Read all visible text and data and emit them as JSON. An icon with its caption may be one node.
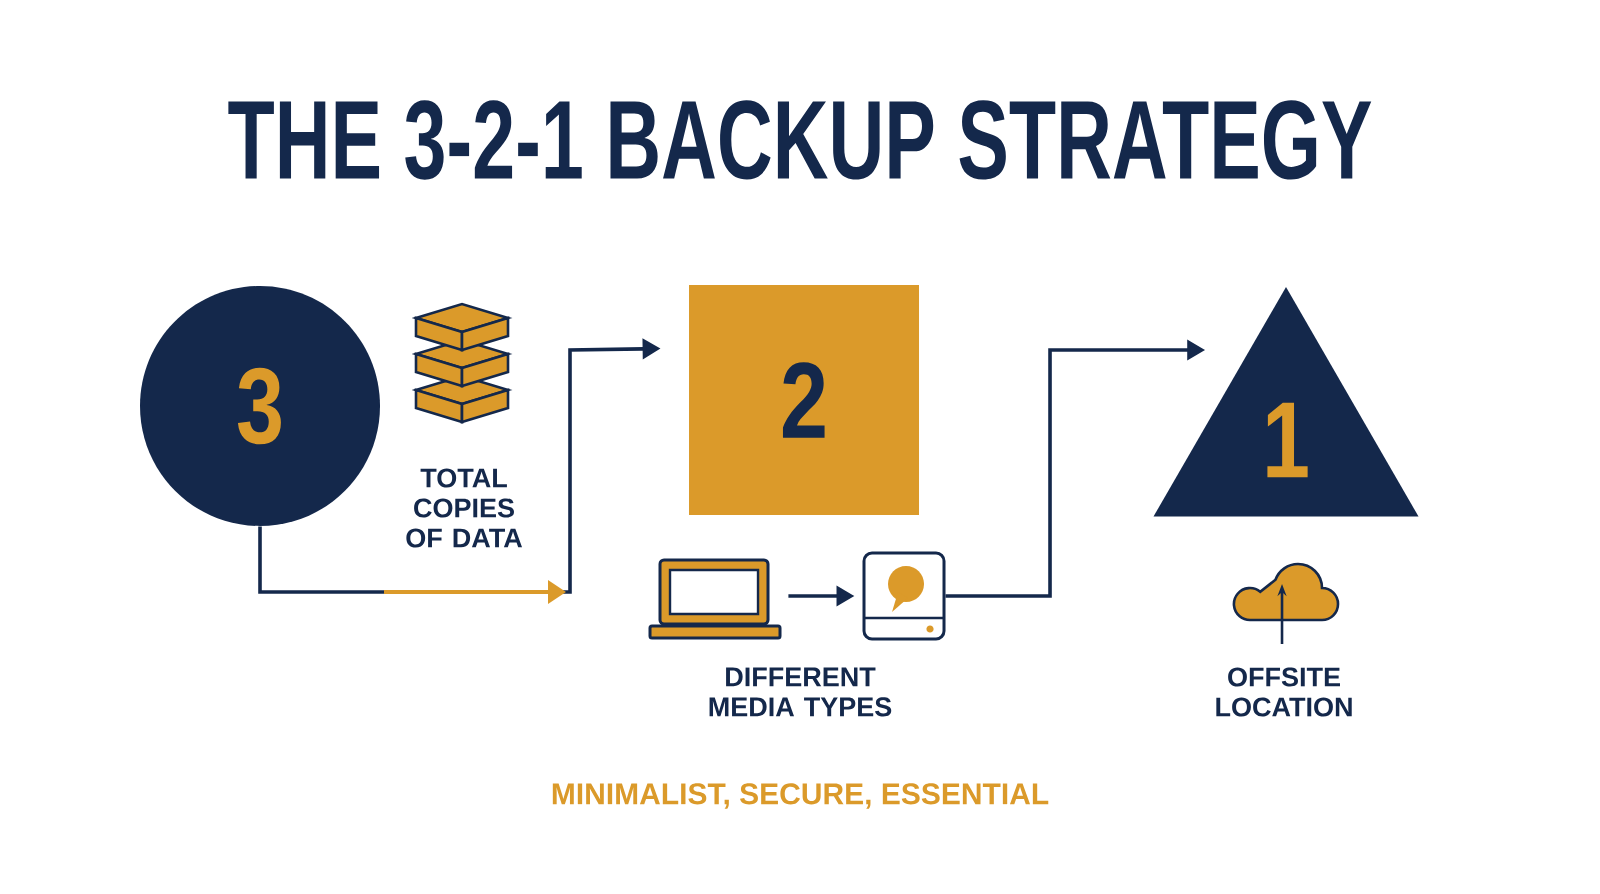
{
  "diagram": {
    "title": "THE 3-2-1 BACKUP STRATEGY",
    "nodes": [
      {
        "text": [
          "3"
        ],
        "beside": [
          "TOTAL COPIES OF DATA"
        ]
      },
      {
        "text": [
          "2"
        ]
      },
      {
        "text": [
          "1"
        ]
      },
      {
        "text": [],
        "shape": "laptop"
      },
      {
        "text": [],
        "shape": "drive"
      }
    ],
    "edges": [
      {
        "from": 0,
        "to": 1,
        "arrow": "to"
      },
      {
        "from": 3,
        "to": 4,
        "arrow": "to"
      },
      {
        "from": 4,
        "to": 2,
        "arrow": "to"
      }
    ],
    "labels": [
      "DIFFERENT MEDIA TYPES",
      "OFFSITE LOCATION"
    ],
    "caption": "MINIMALIST, SECURE, ESSENTIAL"
  }
}
